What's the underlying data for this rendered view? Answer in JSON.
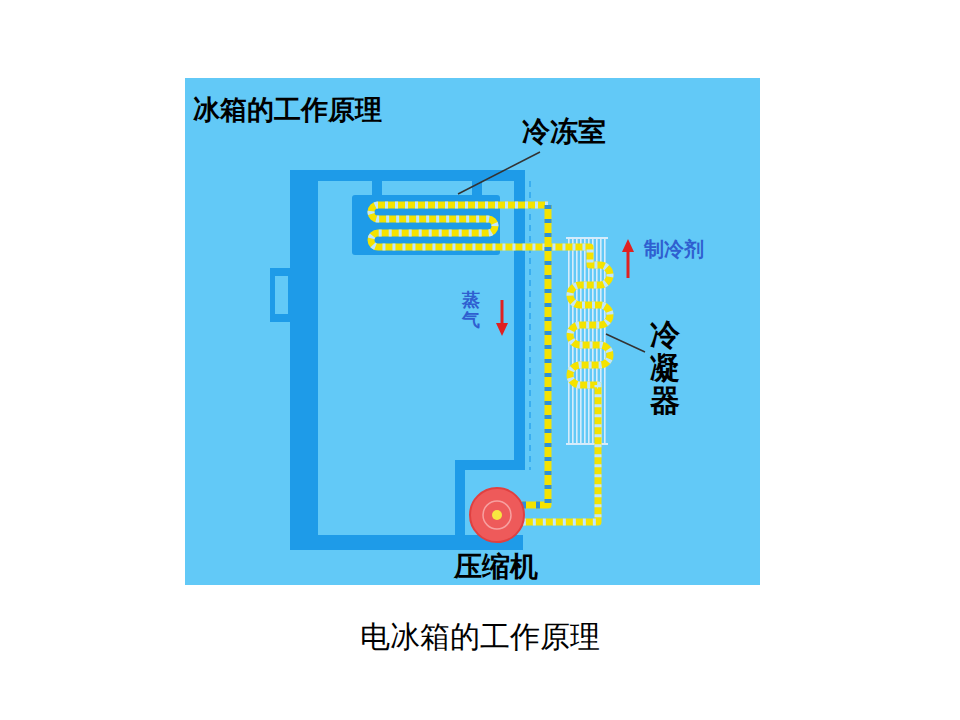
{
  "diagram": {
    "title": "冰箱的工作原理",
    "caption": "电冰箱的工作原理",
    "labels": [
      "冷冻室",
      "制冷剂",
      "蒸气",
      "冷凝器",
      "压缩机"
    ]
  }
}
